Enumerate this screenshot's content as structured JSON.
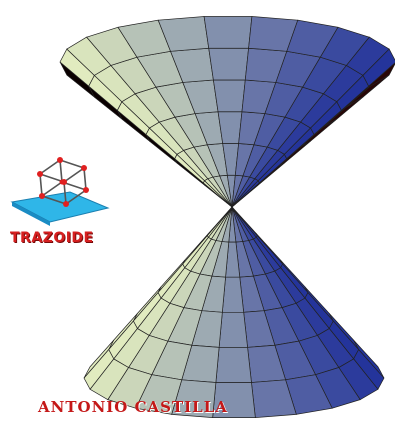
{
  "logo": {
    "name": "TRAZOIDE",
    "icon": "cube-on-plane-icon"
  },
  "author": "ANTONIO CASTILLA",
  "figure": {
    "subject": "double-cone",
    "colors": {
      "rim_light": "#e8f2c0",
      "rim_blue": "#1f2f9a",
      "inner_dark": "#2a0606",
      "accent_red": "#d62020"
    }
  }
}
